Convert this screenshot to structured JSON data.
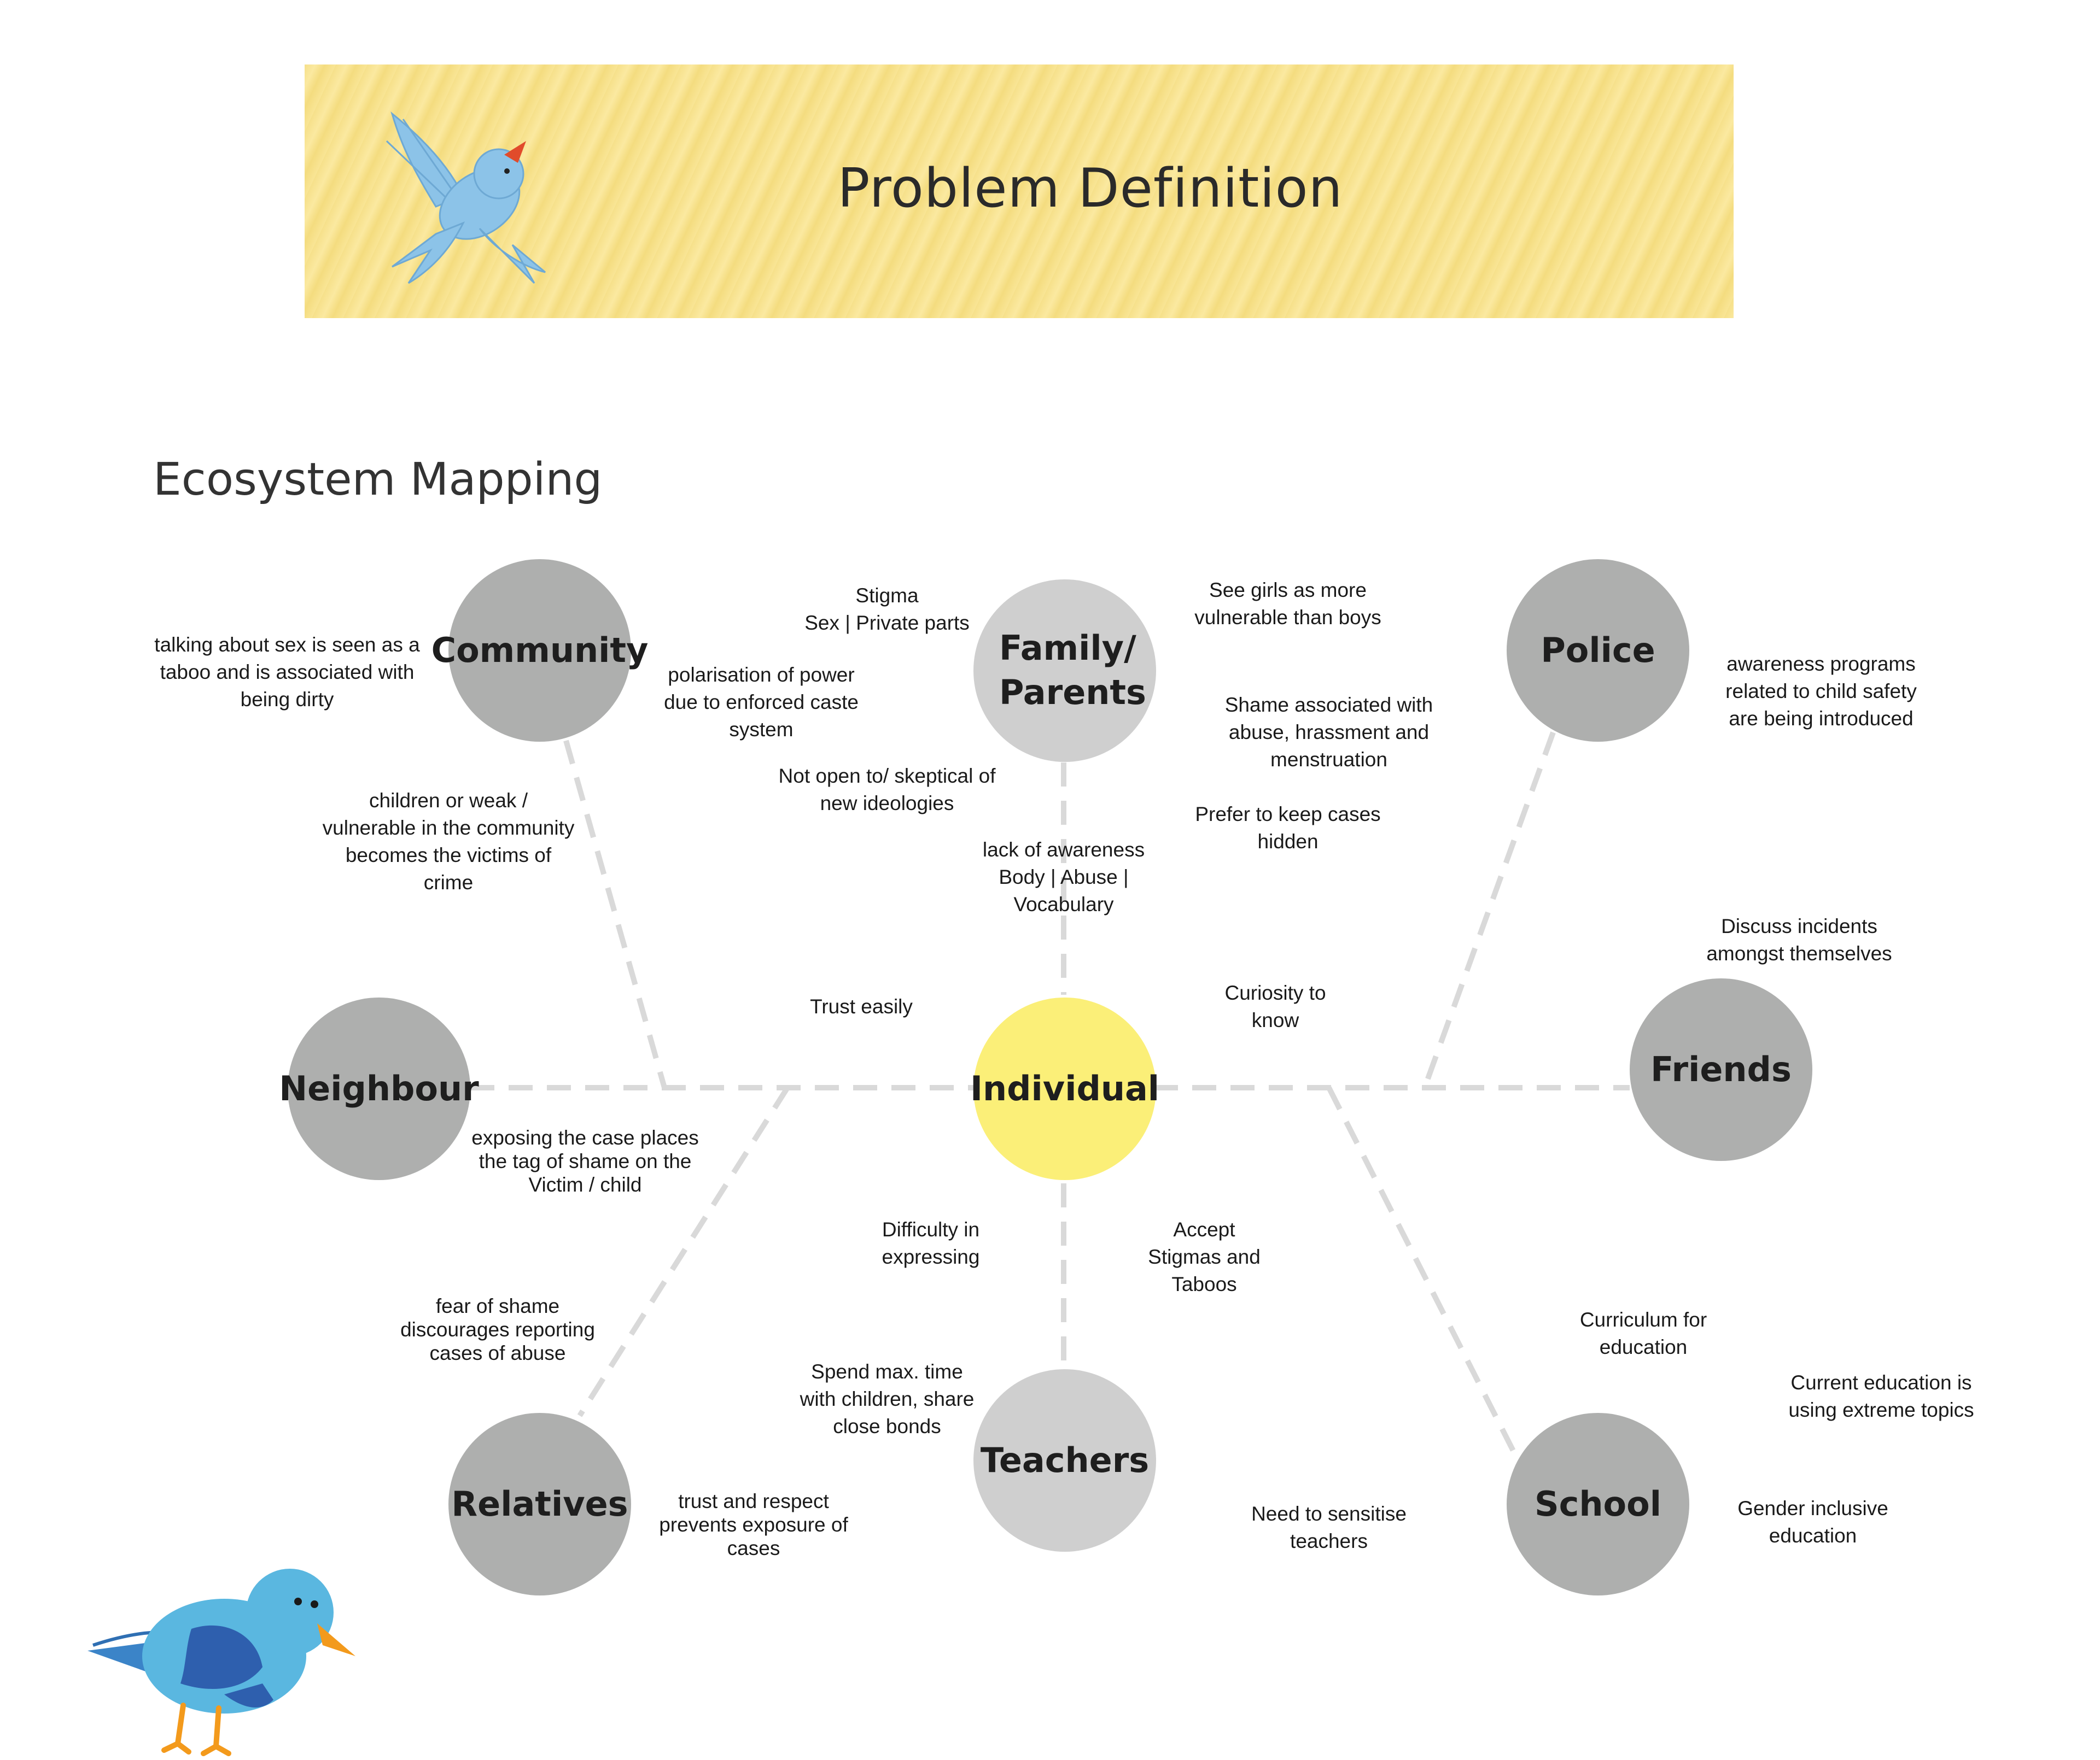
{
  "banner": {
    "title": "Problem Definition"
  },
  "section_title": "Ecosystem Mapping",
  "nodes": {
    "community": "Community",
    "family": "Family/ Parents",
    "police": "Police",
    "neighbour": "Neighbour",
    "individual": "Individual",
    "friends": "Friends",
    "relatives": "Relatives",
    "teachers": "Teachers",
    "school": "School"
  },
  "notes": {
    "community_taboo": [
      "talking about sex is seen as a",
      "taboo and is associated with",
      "being dirty"
    ],
    "stigma": [
      "Stigma",
      "Sex | Private parts"
    ],
    "caste_power": [
      "polarisation of power",
      "due to enforced caste",
      "system"
    ],
    "girls_vulnerable": [
      "See girls as more",
      "vulnerable than boys"
    ],
    "police_awareness": [
      "awareness programs",
      "related to child safety",
      "are being introduced"
    ],
    "shame_abuse": [
      "Shame associated with",
      "abuse, hrassment and",
      "menstruation"
    ],
    "children_weak": [
      "children or weak /",
      "vulnerable in the community",
      "becomes the victims of",
      "crime"
    ],
    "not_open": [
      "Not open to/ skeptical of",
      "new ideologies"
    ],
    "keep_hidden": [
      "Prefer to keep cases",
      "hidden"
    ],
    "lack_awareness": [
      "lack of awareness",
      "Body | Abuse |",
      "Vocabulary"
    ],
    "discuss_incidents": [
      "Discuss incidents",
      "amongst themselves"
    ],
    "trust_easily": [
      "Trust easily"
    ],
    "curiosity": [
      "Curiosity to",
      "know"
    ],
    "exposing_case": [
      "exposing the case places",
      "the tag of shame on the",
      "Victim / child"
    ],
    "difficulty": [
      "Difficulty in",
      "expressing"
    ],
    "accept_stigmas": [
      "Accept",
      "Stigmas and",
      "Taboos"
    ],
    "fear_shame": [
      "fear of shame",
      "discourages reporting",
      "cases of abuse"
    ],
    "curriculum": [
      "Curriculum for",
      "education"
    ],
    "spend_time": [
      "Spend max. time",
      "with children, share",
      "close bonds"
    ],
    "extreme_topics": [
      "Current education is",
      "using extreme topics"
    ],
    "trust_respect": [
      "trust and respect",
      "prevents exposure of",
      "cases"
    ],
    "sensitise": [
      "Need to sensitise",
      "teachers"
    ],
    "gender_inclusive": [
      "Gender inclusive",
      "education"
    ]
  },
  "colors": {
    "banner": "#f8e394",
    "node_dark": "#aeafae",
    "node_light": "#cfcfcf",
    "node_center": "#fbef78",
    "connector": "#d9d9d9",
    "bird_blue": "#5ab7e0",
    "beak_orange": "#f39a1c"
  },
  "icons": [
    "flying-bird-illustration",
    "standing-bird-illustration"
  ]
}
